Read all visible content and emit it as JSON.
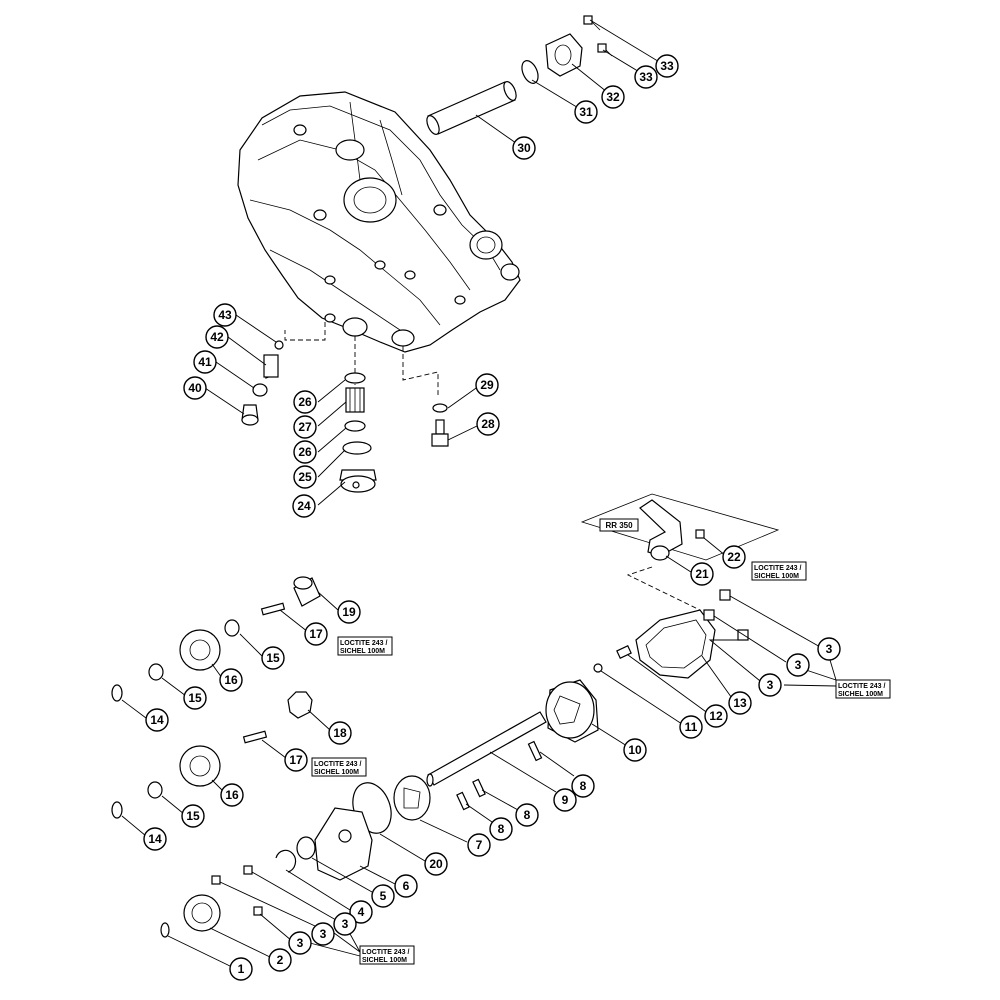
{
  "callouts": [
    {
      "id": "c33a",
      "label": "33"
    },
    {
      "id": "c33b",
      "label": "33"
    },
    {
      "id": "c32",
      "label": "32"
    },
    {
      "id": "c31",
      "label": "31"
    },
    {
      "id": "c30",
      "label": "30"
    },
    {
      "id": "c43",
      "label": "43"
    },
    {
      "id": "c42",
      "label": "42"
    },
    {
      "id": "c41",
      "label": "41"
    },
    {
      "id": "c40",
      "label": "40"
    },
    {
      "id": "c29",
      "label": "29"
    },
    {
      "id": "c28",
      "label": "28"
    },
    {
      "id": "c26a",
      "label": "26"
    },
    {
      "id": "c27",
      "label": "27"
    },
    {
      "id": "c26b",
      "label": "26"
    },
    {
      "id": "c25",
      "label": "25"
    },
    {
      "id": "c24",
      "label": "24"
    },
    {
      "id": "c22",
      "label": "22"
    },
    {
      "id": "c21",
      "label": "21"
    },
    {
      "id": "c19",
      "label": "19"
    },
    {
      "id": "c17a",
      "label": "17"
    },
    {
      "id": "c15a",
      "label": "15"
    },
    {
      "id": "c16a",
      "label": "16"
    },
    {
      "id": "c15b",
      "label": "15"
    },
    {
      "id": "c14a",
      "label": "14"
    },
    {
      "id": "c18",
      "label": "18"
    },
    {
      "id": "c17b",
      "label": "17"
    },
    {
      "id": "c16b",
      "label": "16"
    },
    {
      "id": "c15c",
      "label": "15"
    },
    {
      "id": "c14b",
      "label": "14"
    },
    {
      "id": "c3a",
      "label": "3"
    },
    {
      "id": "c3b",
      "label": "3"
    },
    {
      "id": "c3c",
      "label": "3"
    },
    {
      "id": "c13",
      "label": "13"
    },
    {
      "id": "c12",
      "label": "12"
    },
    {
      "id": "c11",
      "label": "11"
    },
    {
      "id": "c10",
      "label": "10"
    },
    {
      "id": "c8a",
      "label": "8"
    },
    {
      "id": "c9",
      "label": "9"
    },
    {
      "id": "c8b",
      "label": "8"
    },
    {
      "id": "c8c",
      "label": "8"
    },
    {
      "id": "c7",
      "label": "7"
    },
    {
      "id": "c20",
      "label": "20"
    },
    {
      "id": "c6",
      "label": "6"
    },
    {
      "id": "c5",
      "label": "5"
    },
    {
      "id": "c4",
      "label": "4"
    },
    {
      "id": "c3d",
      "label": "3"
    },
    {
      "id": "c3e",
      "label": "3"
    },
    {
      "id": "c3f",
      "label": "3"
    },
    {
      "id": "c2",
      "label": "2"
    },
    {
      "id": "c1",
      "label": "1"
    }
  ],
  "notes": {
    "n22": {
      "line1": "LOCTITE 243 /",
      "line2": "SICHEL 100M"
    },
    "n17a": {
      "line1": "LOCTITE 243 /",
      "line2": "SICHEL 100M"
    },
    "n17b": {
      "line1": "LOCTITE 243 /",
      "line2": "SICHEL 100M"
    },
    "n3right": {
      "line1": "LOCTITE 243 /",
      "line2": "SICHEL 100M"
    },
    "n3bottom": {
      "line1": "LOCTITE 243 /",
      "line2": "SICHEL 100M"
    }
  },
  "frame": {
    "label": "RR 350"
  }
}
